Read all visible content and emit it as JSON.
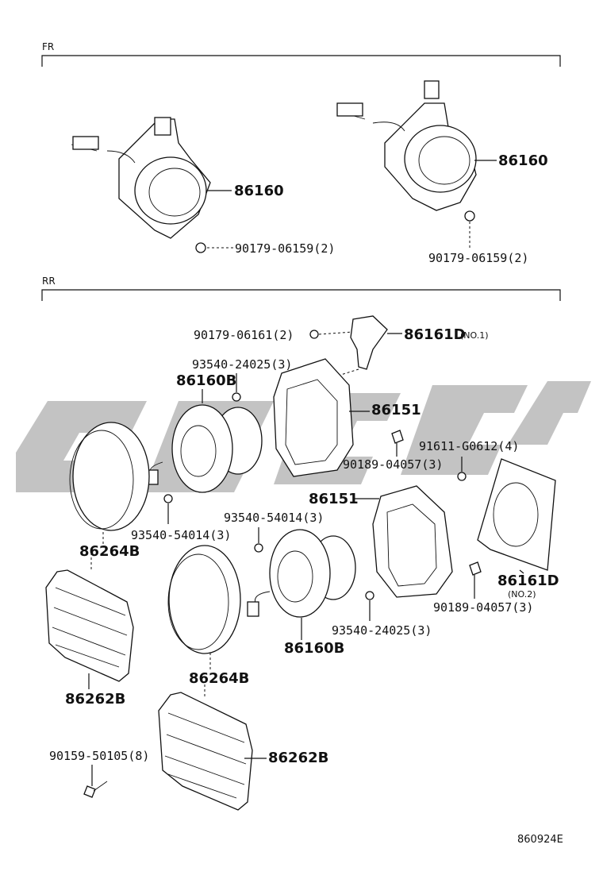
{
  "sections": {
    "front": "FR",
    "rear": "RR"
  },
  "parts": {
    "fr_speaker_left": "86160",
    "fr_speaker_right": "86160",
    "fr_nut_left": "90179-06159(2)",
    "fr_nut_right": "90179-06159(2)",
    "nut_top": "90179-06161(2)",
    "bracket_no1": "86161D",
    "bracket_no1_note": "(NO.1)",
    "screw_upper": "93540-24025(3)",
    "rr_speaker_upper": "86160B",
    "spacer_upper": "86151",
    "clip_upper": "90189-04057(3)",
    "screw_right": "91611-G0612(4)",
    "screw_mid": "93540-54014(3)",
    "spacer_lower": "86151",
    "screw_lower_left": "93540-54014(3)",
    "grille_cover_upper": "86264B",
    "bracket_no2": "86161D",
    "bracket_no2_note": "(NO.2)",
    "clip_lower": "90189-04057(3)",
    "screw_lower": "93540-24025(3)",
    "rr_speaker_lower": "86160B",
    "grille_cover_lower": "86264B",
    "grille_upper": "86262B",
    "screw_bottom": "90159-50105(8)",
    "grille_lower": "86262B"
  },
  "diagram_id": "860924E"
}
